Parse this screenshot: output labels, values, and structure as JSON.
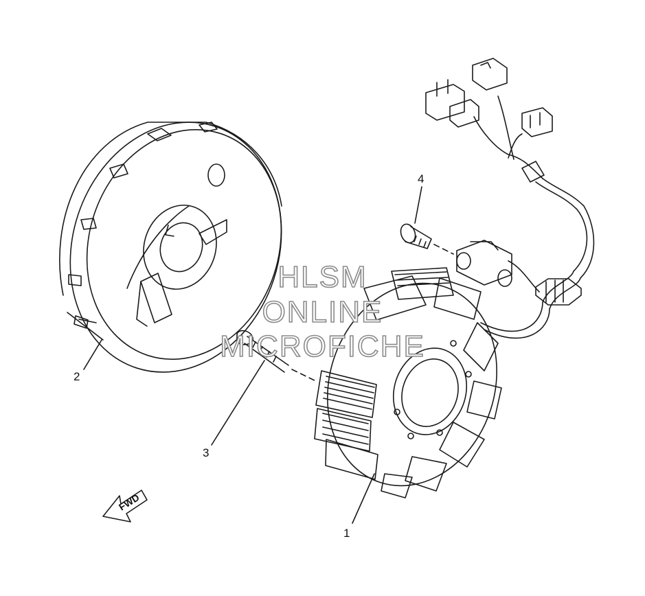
{
  "callouts": [
    {
      "id": "1",
      "label": "1"
    },
    {
      "id": "2",
      "label": "2"
    },
    {
      "id": "3",
      "label": "3"
    },
    {
      "id": "4",
      "label": "4"
    }
  ],
  "watermark": {
    "line1": "HLSM",
    "line2": "ONLINE",
    "line3": "MICROFICHE"
  },
  "direction_arrow": {
    "label": "FWD"
  },
  "colors": {
    "line": "#1a1a1a",
    "watermark_outline": "#8a8a8a",
    "background": "#ffffff"
  }
}
